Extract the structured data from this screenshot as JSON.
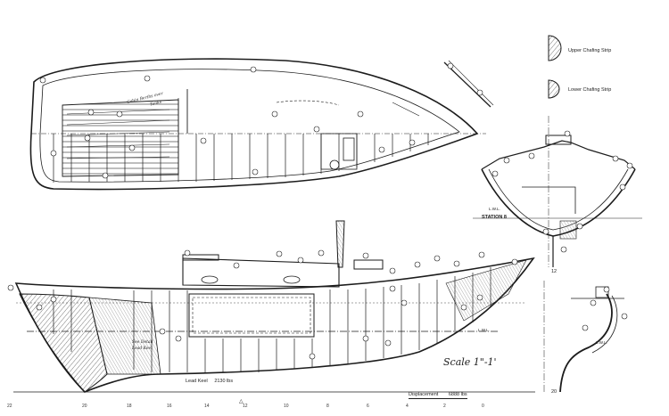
{
  "drawing": {
    "scale_text": "Scale 1\"-1'",
    "displacement_label": "Displacement",
    "displacement_value": "6888 lbs",
    "lead_keel_label": "Lead Keel",
    "lead_keel_value": "2130 lbs",
    "station_label": "STATION 8",
    "lwl_label": "L.W.L.",
    "upper_chafing": "Upper Chafing Strip",
    "lower_chafing": "Lower Chafing Strip",
    "plan_note_1": "Cabin Berths over",
    "plan_note_2": "Tanks",
    "profile_note_1": "See Detail",
    "profile_note_2": "Lead Keel",
    "section_number_a": "12",
    "section_number_b": "20",
    "stations": [
      "22",
      "20",
      "18",
      "16",
      "14",
      "12",
      "10",
      "8",
      "6",
      "4",
      "2",
      "0"
    ]
  },
  "colors": {
    "ink": "#1c1c1c",
    "hatch": "#555555",
    "paper": "#ffffff",
    "wood": "#e8e8e8"
  },
  "icons": [
    "north-arrow-icon",
    "callout-bubble-icon"
  ]
}
